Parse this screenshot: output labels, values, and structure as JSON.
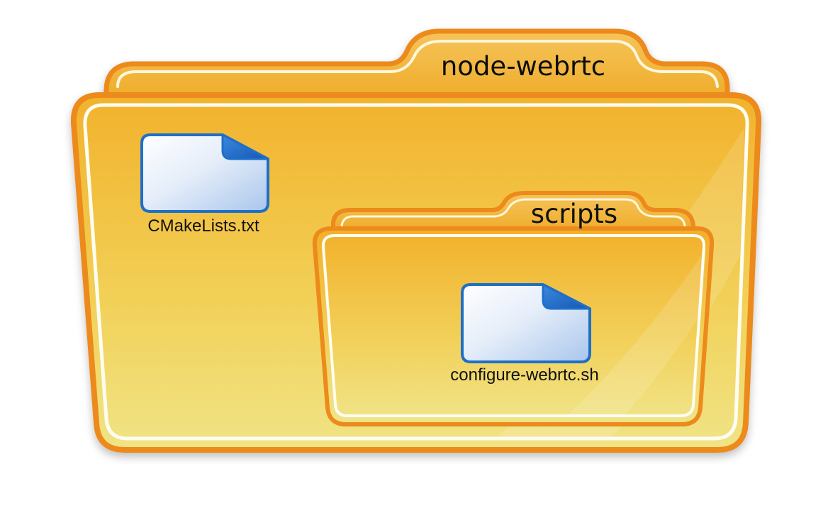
{
  "root_folder": {
    "name": "node-webrtc",
    "files": [
      {
        "name": "CMakeLists.txt",
        "icon": "document-icon"
      }
    ],
    "subfolders": [
      {
        "name": "scripts",
        "files": [
          {
            "name": "configure-webrtc.sh",
            "icon": "document-icon"
          }
        ]
      }
    ]
  },
  "colors": {
    "folder_rim": "#ec8a1c",
    "folder_body_top": "#f2b42f",
    "folder_body_bottom": "#f2e27c",
    "file_blue": "#1e6fc9",
    "file_fill": "#dce8f7"
  }
}
